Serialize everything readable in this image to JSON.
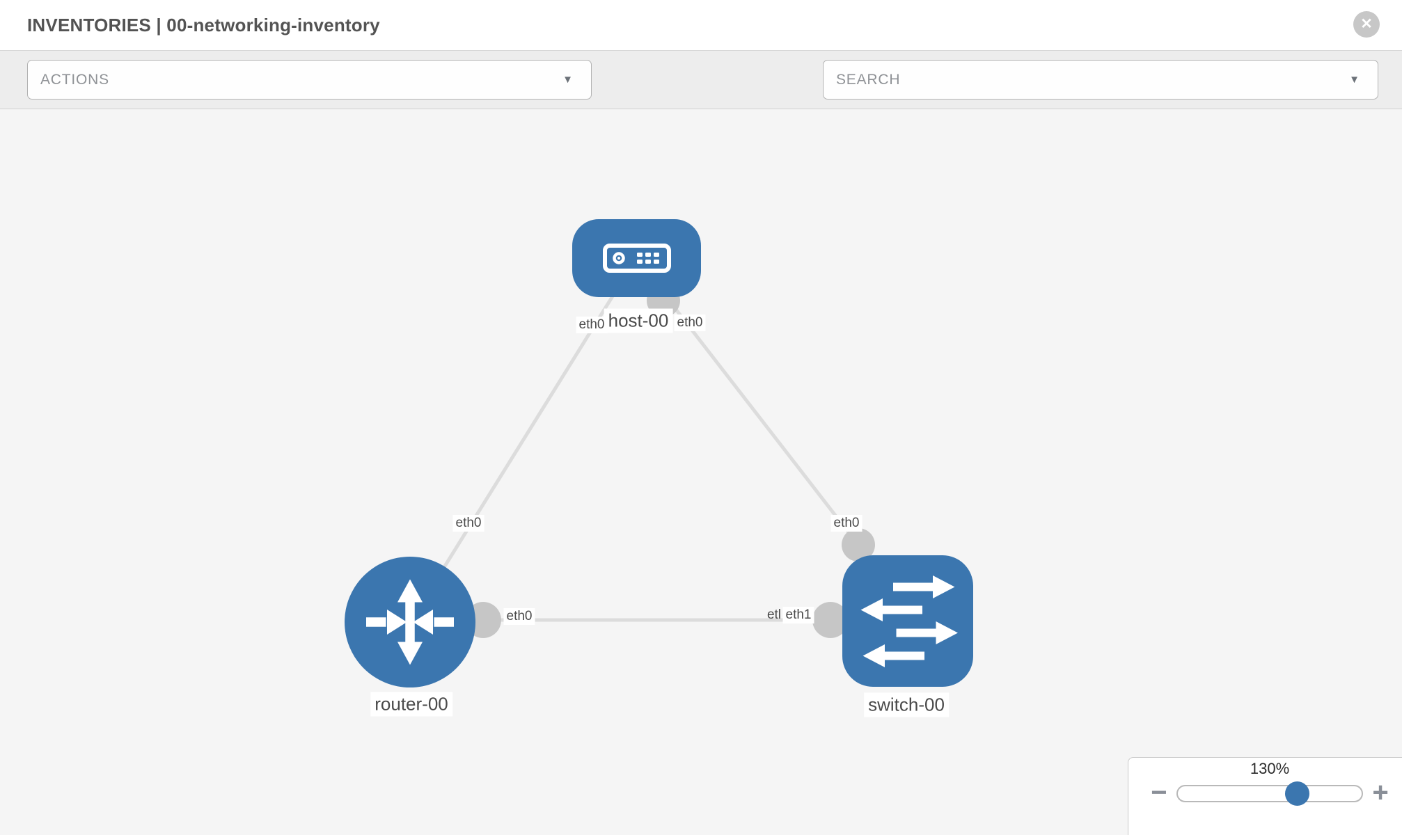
{
  "header": {
    "title": "INVENTORIES | 00-networking-inventory"
  },
  "icons": {
    "close": "✕",
    "caret": "▼",
    "minus": "−",
    "plus": "+"
  },
  "toolbar": {
    "actions_label": "ACTIONS",
    "search_label": "SEARCH"
  },
  "topology": {
    "nodes": [
      {
        "type": "host",
        "label": "host-00"
      },
      {
        "type": "router",
        "label": "router-00"
      },
      {
        "type": "switch",
        "label": "switch-00"
      }
    ],
    "links": [
      {
        "from": "host-00",
        "from_if": "eth0",
        "to": "router-00",
        "to_if": "eth0"
      },
      {
        "from": "host-00",
        "from_if": "eth0",
        "to": "switch-00",
        "to_if": "eth0"
      },
      {
        "from": "router-00",
        "from_if": "eth0",
        "to": "switch-00",
        "to_if": "eth1",
        "to_if_overlap": "etl"
      }
    ]
  },
  "zoom_control": {
    "level": "130%"
  }
}
